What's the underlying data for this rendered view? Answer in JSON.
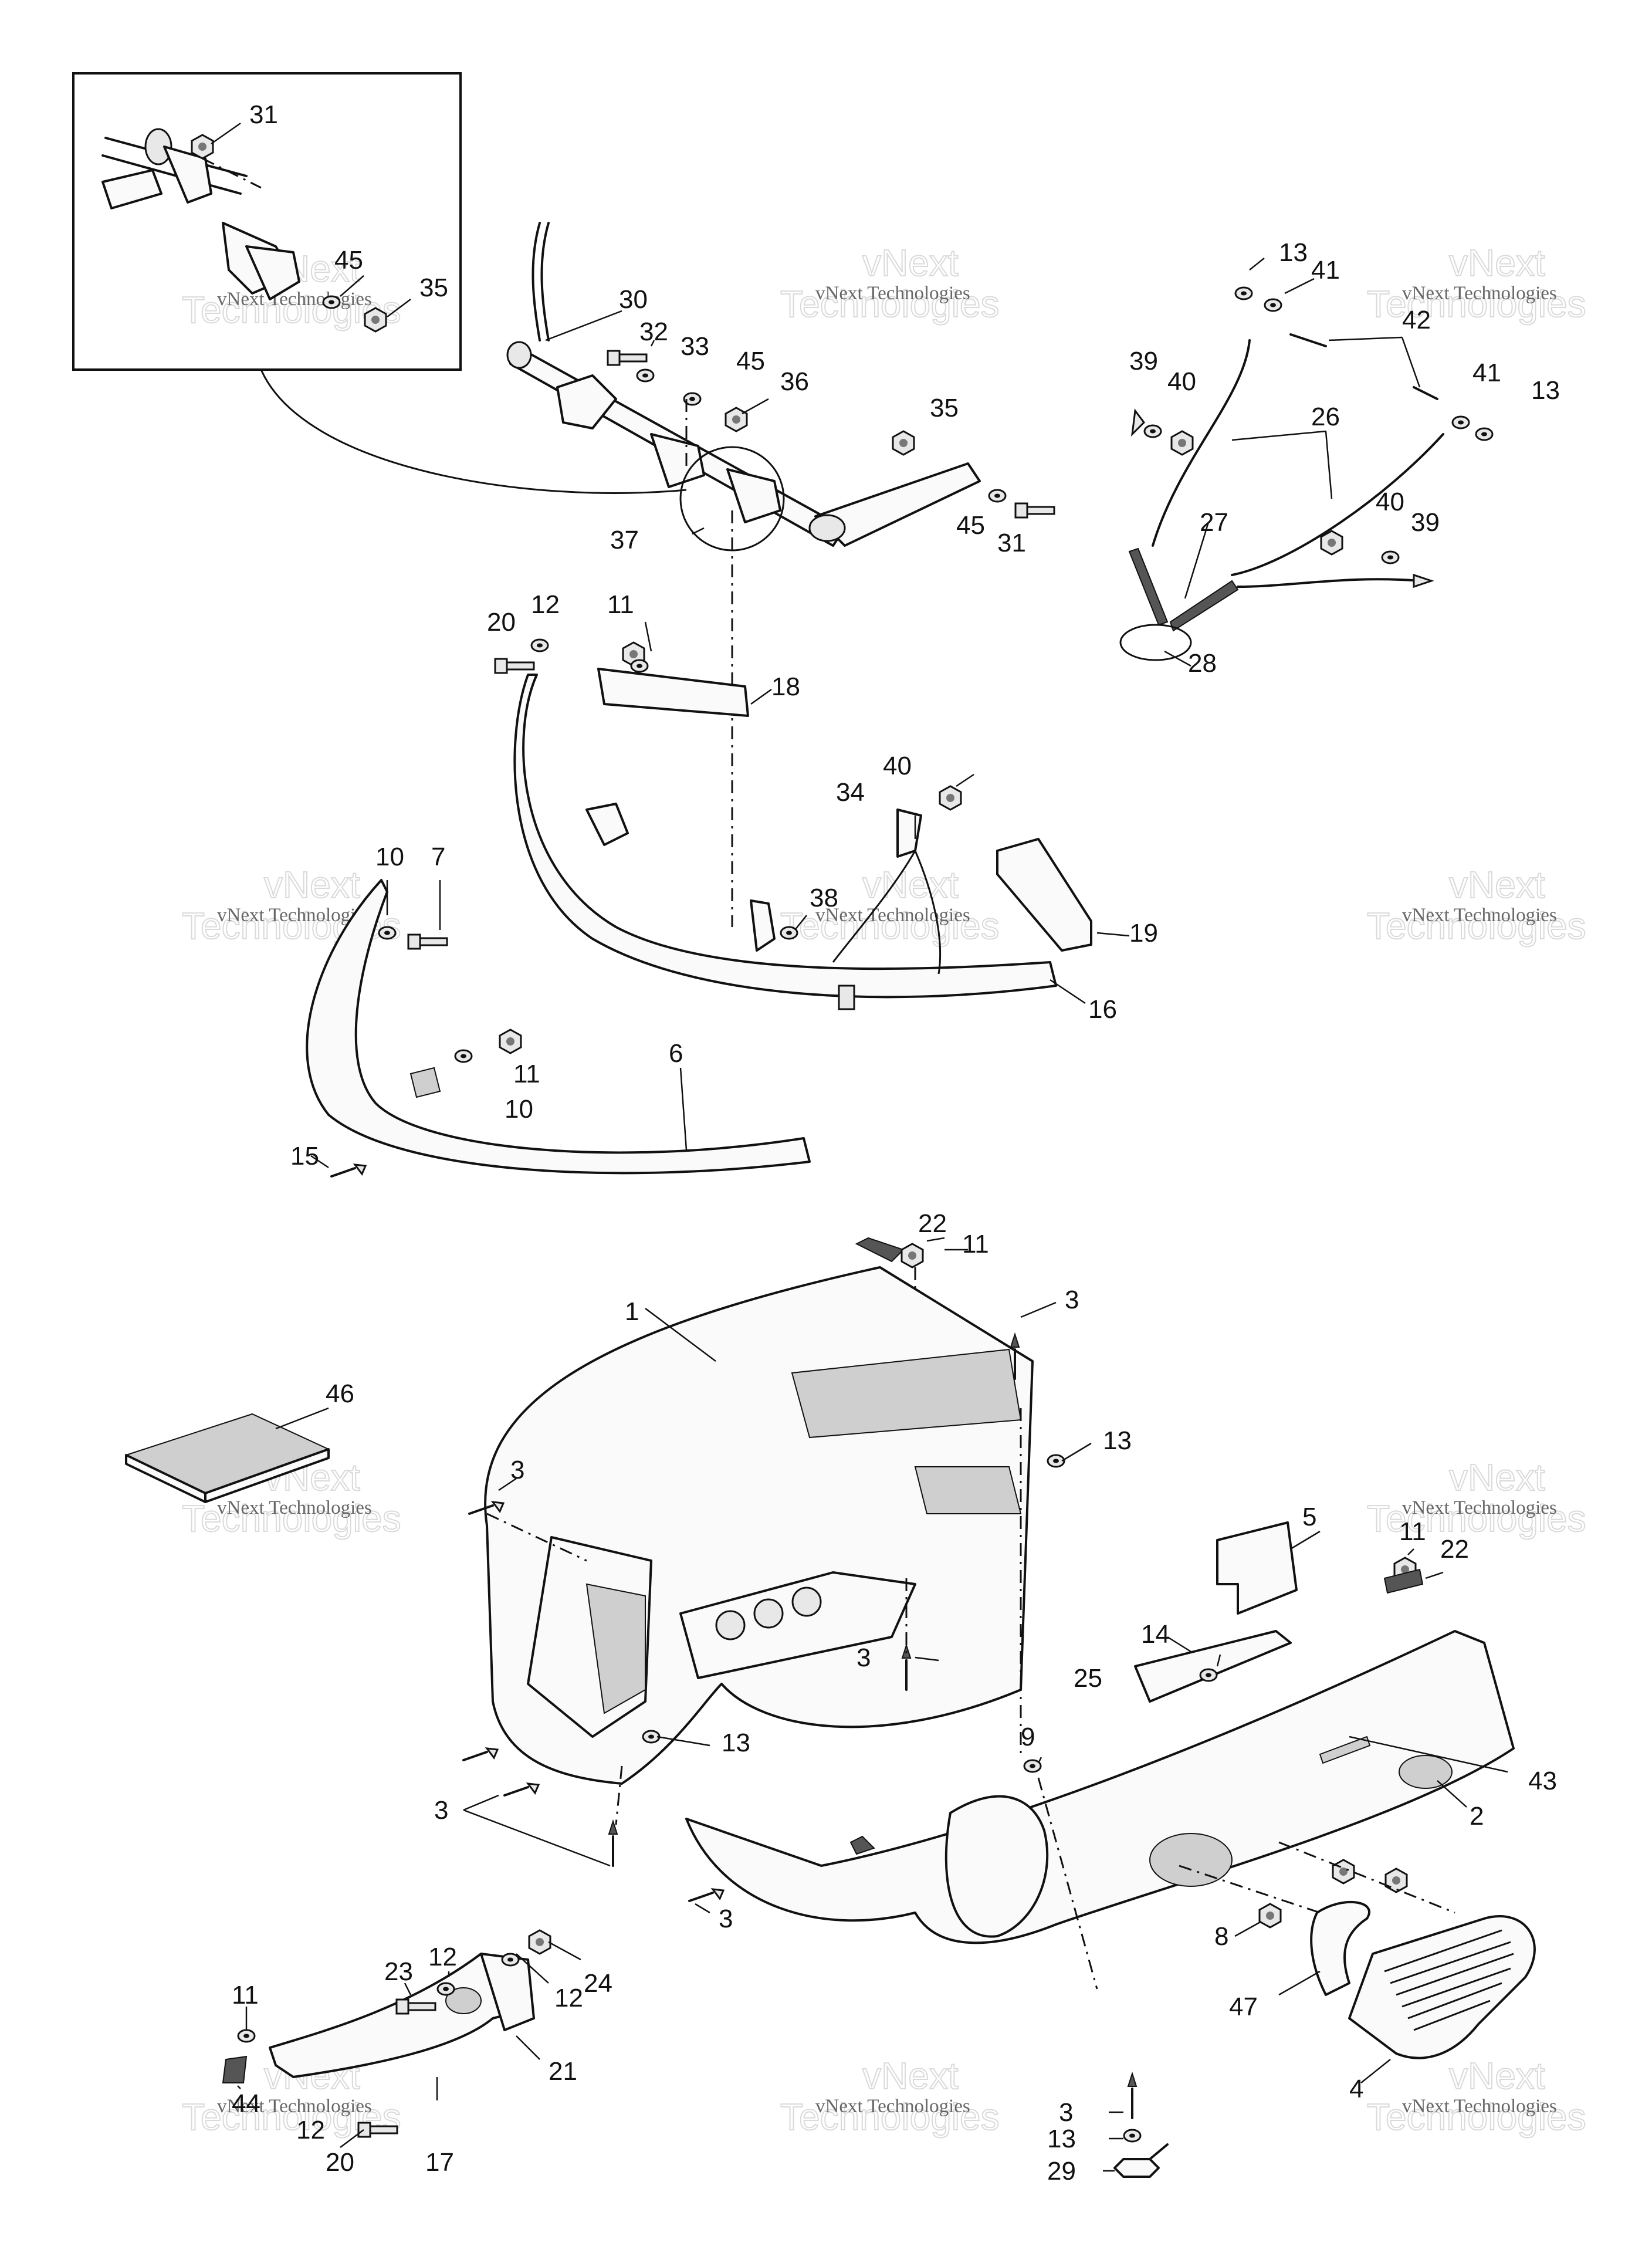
{
  "diagram": {
    "watermark": {
      "line1": "vNext",
      "line2": "Technologies",
      "small": "vNext Technologies"
    },
    "labels": [
      "1",
      "2",
      "3",
      "4",
      "5",
      "6",
      "7",
      "8",
      "9",
      "10",
      "11",
      "12",
      "13",
      "14",
      "15",
      "16",
      "17",
      "18",
      "19",
      "20",
      "21",
      "22",
      "23",
      "24",
      "25",
      "26",
      "27",
      "28",
      "29",
      "30",
      "31",
      "32",
      "33",
      "34",
      "35",
      "36",
      "37",
      "38",
      "39",
      "40",
      "41",
      "42",
      "43",
      "44",
      "45",
      "46",
      "47"
    ]
  }
}
